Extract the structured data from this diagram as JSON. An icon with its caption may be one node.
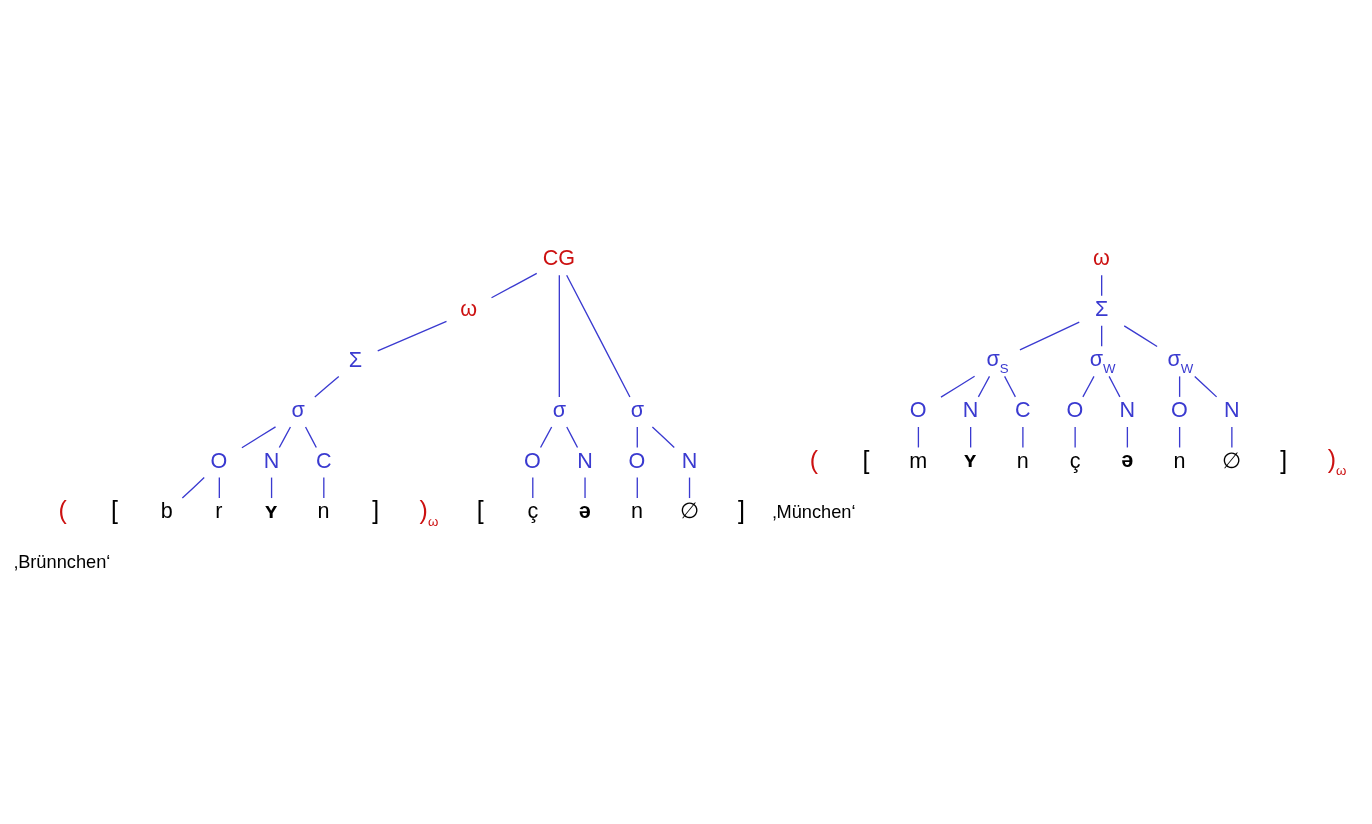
{
  "diagram": {
    "nodes": [
      {
        "text": [
          "CG"
        ]
      },
      {
        "text": [
          "ω"
        ]
      },
      {
        "text": [
          "Σ"
        ]
      },
      {
        "text": [
          "σ"
        ]
      },
      {
        "text": [
          "σ"
        ]
      },
      {
        "text": [
          "σ"
        ]
      },
      {
        "text": [
          "O"
        ]
      },
      {
        "text": [
          "N"
        ]
      },
      {
        "text": [
          "C"
        ]
      },
      {
        "text": [
          "O"
        ]
      },
      {
        "text": [
          "N"
        ]
      },
      {
        "text": [
          "O"
        ]
      },
      {
        "text": [
          "N"
        ]
      },
      {
        "text": [
          "b"
        ]
      },
      {
        "text": [
          "r"
        ]
      },
      {
        "text": [
          "ʏ"
        ]
      },
      {
        "text": [
          "n"
        ]
      },
      {
        "text": [
          "ç"
        ]
      },
      {
        "text": [
          "ə"
        ]
      },
      {
        "text": [
          "n"
        ]
      },
      {
        "text": [
          "∅"
        ]
      },
      {
        "text": [
          "ω"
        ]
      },
      {
        "text": [
          "Σ"
        ]
      },
      {
        "text": [
          "σ$_{S}$"
        ]
      },
      {
        "text": [
          "σ$_{W}$"
        ]
      },
      {
        "text": [
          "σ$_{W}$"
        ]
      },
      {
        "text": [
          "O"
        ]
      },
      {
        "text": [
          "N"
        ]
      },
      {
        "text": [
          "C"
        ]
      },
      {
        "text": [
          "O"
        ]
      },
      {
        "text": [
          "N"
        ]
      },
      {
        "text": [
          "O"
        ]
      },
      {
        "text": [
          "N"
        ]
      },
      {
        "text": [
          "m"
        ]
      },
      {
        "text": [
          "ʏ"
        ]
      },
      {
        "text": [
          "n"
        ]
      },
      {
        "text": [
          "ç"
        ]
      },
      {
        "text": [
          "ə"
        ]
      },
      {
        "text": [
          "n"
        ]
      },
      {
        "text": [
          "∅"
        ]
      }
    ],
    "edges": [
      {
        "from": 0,
        "to": 1,
        "arrow": "none"
      },
      {
        "from": 0,
        "to": 4,
        "arrow": "none"
      },
      {
        "from": 0,
        "to": 5,
        "arrow": "none"
      },
      {
        "from": 1,
        "to": 2,
        "arrow": "none"
      },
      {
        "from": 2,
        "to": 3,
        "arrow": "none"
      },
      {
        "from": 3,
        "to": 6,
        "arrow": "none"
      },
      {
        "from": 3,
        "to": 7,
        "arrow": "none"
      },
      {
        "from": 3,
        "to": 8,
        "arrow": "none"
      },
      {
        "from": 4,
        "to": 9,
        "arrow": "none"
      },
      {
        "from": 4,
        "to": 10,
        "arrow": "none"
      },
      {
        "from": 5,
        "to": 11,
        "arrow": "none"
      },
      {
        "from": 5,
        "to": 12,
        "arrow": "none"
      },
      {
        "from": 6,
        "to": 13,
        "arrow": "none"
      },
      {
        "from": 6,
        "to": 14,
        "arrow": "none"
      },
      {
        "from": 7,
        "to": 15,
        "arrow": "none"
      },
      {
        "from": 8,
        "to": 16,
        "arrow": "none"
      },
      {
        "from": 9,
        "to": 17,
        "arrow": "none"
      },
      {
        "from": 10,
        "to": 18,
        "arrow": "none"
      },
      {
        "from": 11,
        "to": 19,
        "arrow": "none"
      },
      {
        "from": 12,
        "to": 20,
        "arrow": "none"
      },
      {
        "from": 21,
        "to": 22,
        "arrow": "none"
      },
      {
        "from": 22,
        "to": 23,
        "arrow": "none"
      },
      {
        "from": 22,
        "to": 24,
        "arrow": "none"
      },
      {
        "from": 22,
        "to": 25,
        "arrow": "none"
      },
      {
        "from": 23,
        "to": 26,
        "arrow": "none"
      },
      {
        "from": 23,
        "to": 27,
        "arrow": "none"
      },
      {
        "from": 23,
        "to": 28,
        "arrow": "none"
      },
      {
        "from": 24,
        "to": 29,
        "arrow": "none"
      },
      {
        "from": 24,
        "to": 30,
        "arrow": "none"
      },
      {
        "from": 25,
        "to": 31,
        "arrow": "none"
      },
      {
        "from": 25,
        "to": 32,
        "arrow": "none"
      },
      {
        "from": 26,
        "to": 33,
        "arrow": "none"
      },
      {
        "from": 27,
        "to": 34,
        "arrow": "none"
      },
      {
        "from": 28,
        "to": 35,
        "arrow": "none"
      },
      {
        "from": 29,
        "to": 36,
        "arrow": "none"
      },
      {
        "from": 30,
        "to": 37,
        "arrow": "none"
      },
      {
        "from": 31,
        "to": 38,
        "arrow": "none"
      },
      {
        "from": 32,
        "to": 39,
        "arrow": "none"
      }
    ],
    "labels": [
      "(",
      "[",
      "]",
      ")$_{ω}$",
      "[",
      "]",
      "‚Brünnchen‘",
      "(",
      "[",
      "]",
      ")$_{ω}$",
      "‚München‘"
    ]
  }
}
